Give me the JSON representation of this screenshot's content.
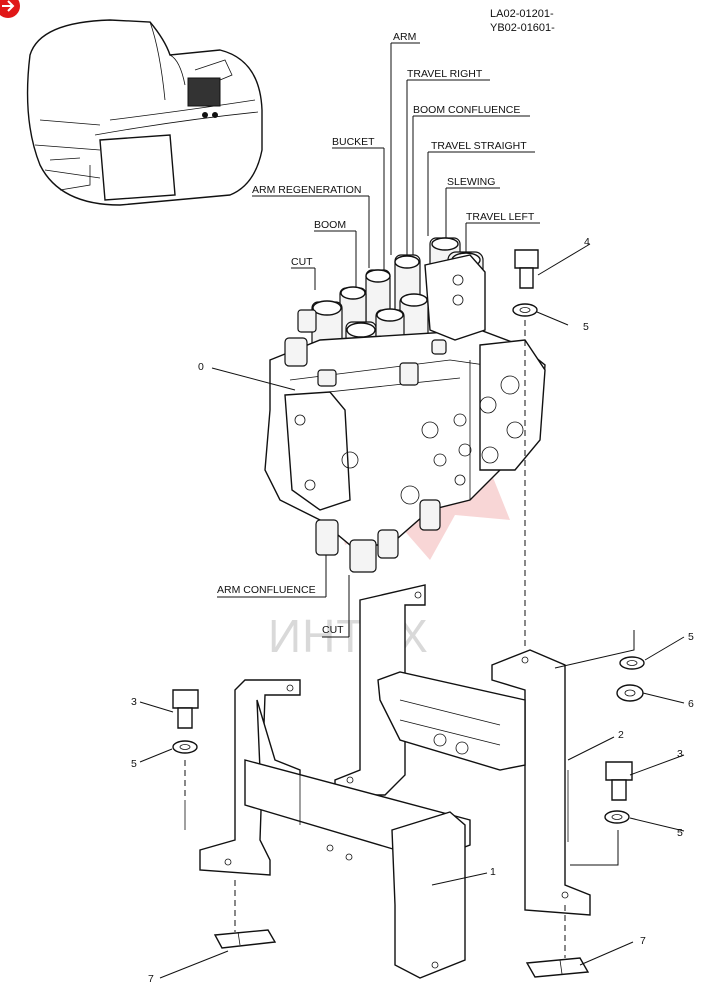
{
  "drawing_codes": [
    "LA02-01201-",
    "YB02-01601-"
  ],
  "corner_icon": "circle-arrow-icon",
  "watermark": "ИНТЕХ",
  "watermark_color": "#d9d9d9",
  "logo_color": "#f2b5b5",
  "ports": {
    "arm": "ARM",
    "travel_right": "TRAVEL RIGHT",
    "boom_confluence": "BOOM CONFLUENCE",
    "bucket": "BUCKET",
    "travel_straight": "TRAVEL STRAIGHT",
    "arm_regeneration": "ARM REGENERATION",
    "slewing": "SLEWING",
    "boom": "BOOM",
    "travel_left": "TRAVEL LEFT",
    "cut_top": "CUT",
    "arm_confluence": "ARM CONFLUENCE",
    "cut_bottom": "CUT"
  },
  "callouts": {
    "c0": "0",
    "c1": "1",
    "c2": "2",
    "c3a": "3",
    "c3b": "3",
    "c4": "4",
    "c5a": "5",
    "c5b": "5",
    "c5c": "5",
    "c5d": "5",
    "c6": "6",
    "c7a": "7",
    "c7b": "7"
  }
}
